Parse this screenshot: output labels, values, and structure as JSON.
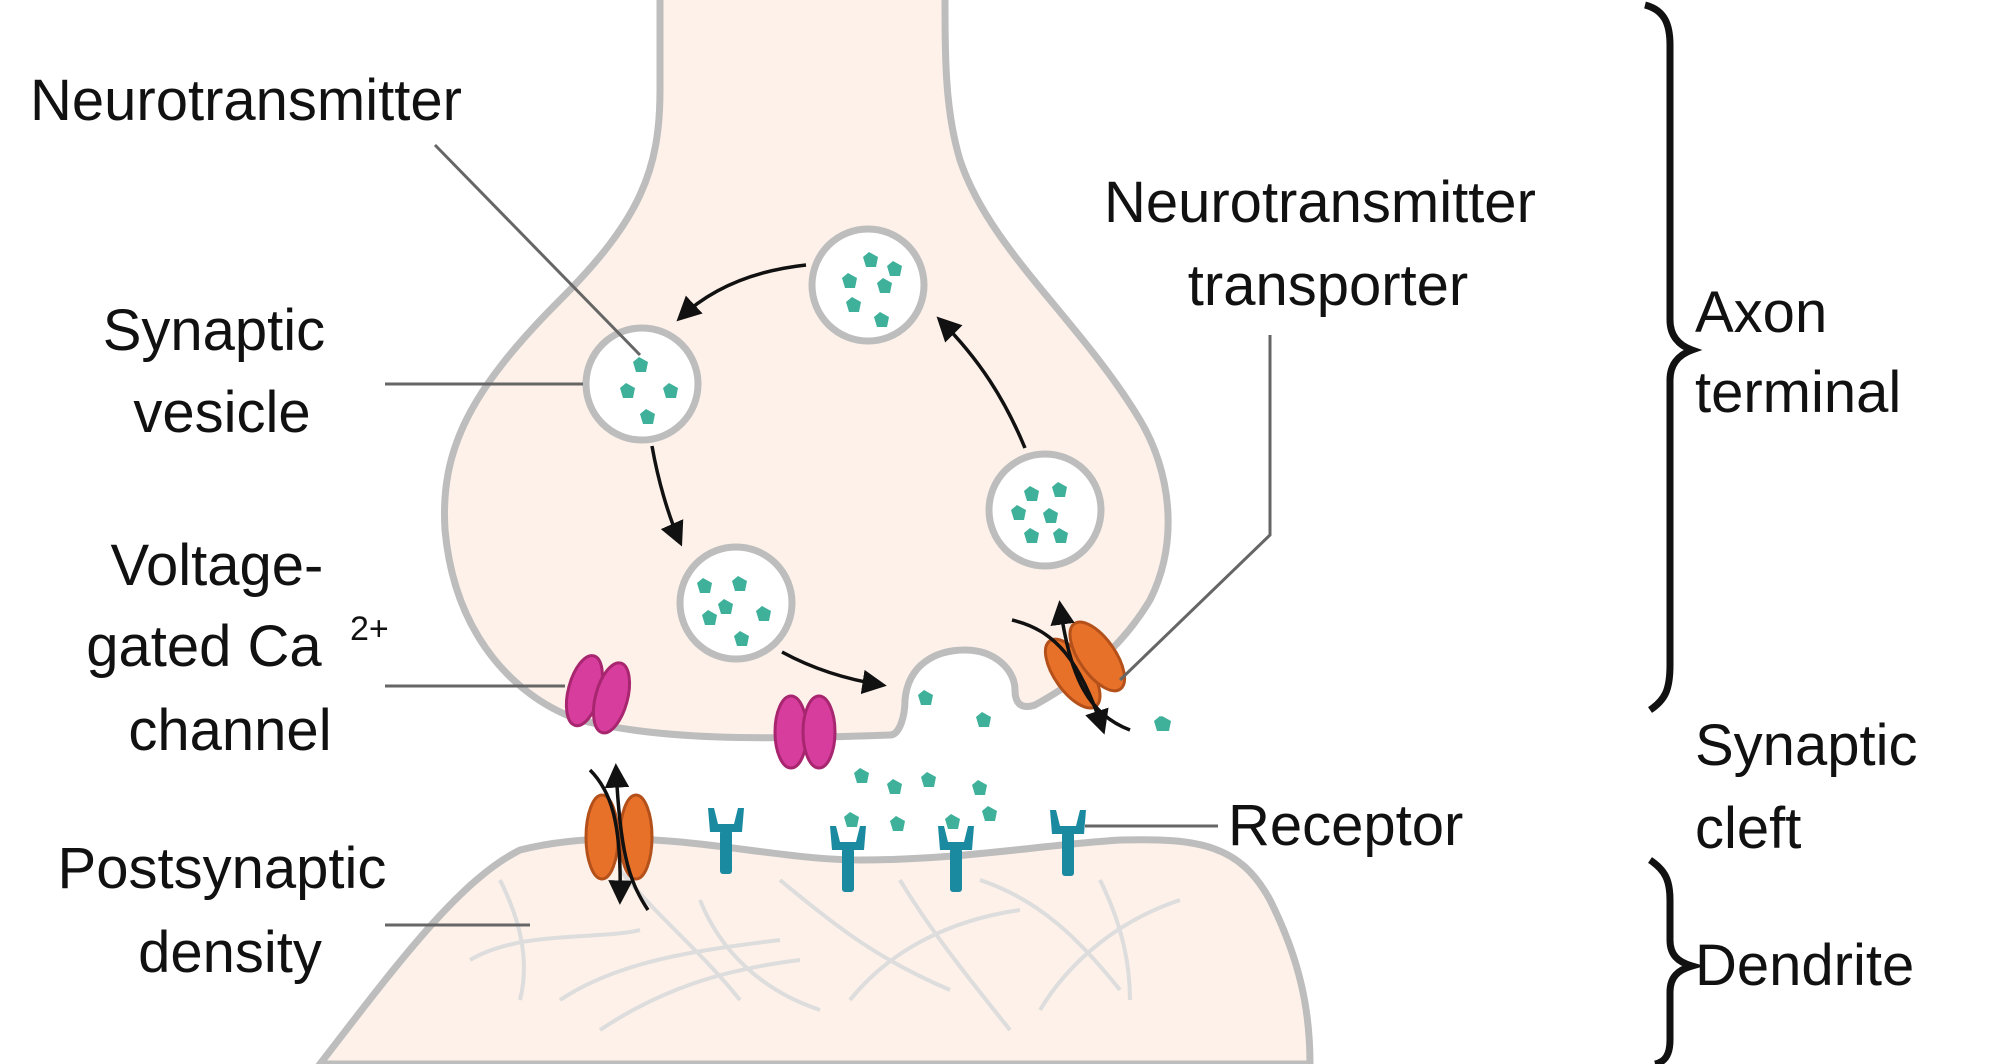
{
  "labels": {
    "neurotransmitter": "Neurotransmitter",
    "synaptic_vesicle": [
      "Synaptic",
      "vesicle"
    ],
    "voltage_gated_ca_channel": [
      "Voltage-",
      "gated Ca",
      "channel"
    ],
    "ca_superscript": "2+",
    "postsynaptic_density": [
      "Postsynaptic",
      "density"
    ],
    "neurotransmitter_transporter": [
      "Neurotransmitter",
      "transporter"
    ],
    "receptor": "Receptor",
    "axon_terminal": [
      "Axon",
      "terminal"
    ],
    "synaptic_cleft": [
      "Synaptic",
      "cleft"
    ],
    "dendrite": "Dendrite"
  },
  "colors": {
    "cytoplasm": "#fdf1e9",
    "membrane": "#bdbdbd",
    "neurotransmitter": "#3fb09a",
    "calcium_channel": "#d63d9c",
    "transporter": "#e8712a",
    "receptor": "#1a8aa0"
  }
}
